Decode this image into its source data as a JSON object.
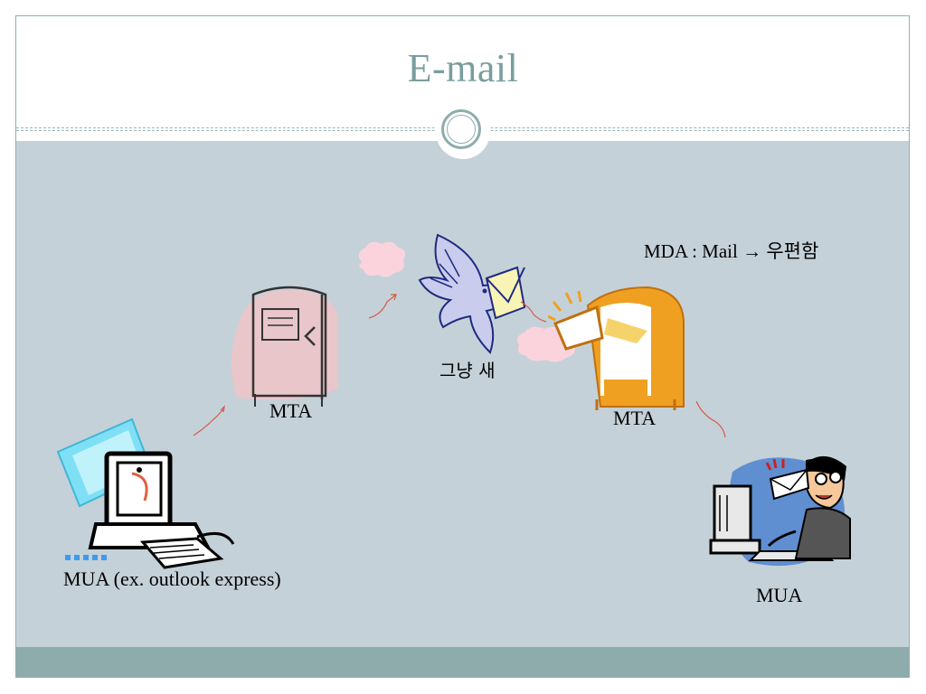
{
  "slide": {
    "title": "E-mail"
  },
  "labels": {
    "mua_left": "MUA (ex. outlook express)",
    "mta_left": "MTA",
    "bird": "그냥 새",
    "mta_right": "MTA",
    "mda_note": "MDA : Mail → 우편함",
    "mua_right": "MUA"
  },
  "icons": {
    "mua_left": "computer-user-icon",
    "mta_left": "mailbox-icon",
    "bird": "dove-with-letter-icon",
    "mta_right": "mailbox-icon",
    "mua_right": "man-with-email-icon"
  },
  "colors": {
    "title": "#7a9d9d",
    "content_bg": "#c5d1d8",
    "footer_bg": "#8eacac",
    "mailbox_pink": "#e9c6ca",
    "mailbox_orange": "#f0a020",
    "arrow": "#d35a48"
  }
}
